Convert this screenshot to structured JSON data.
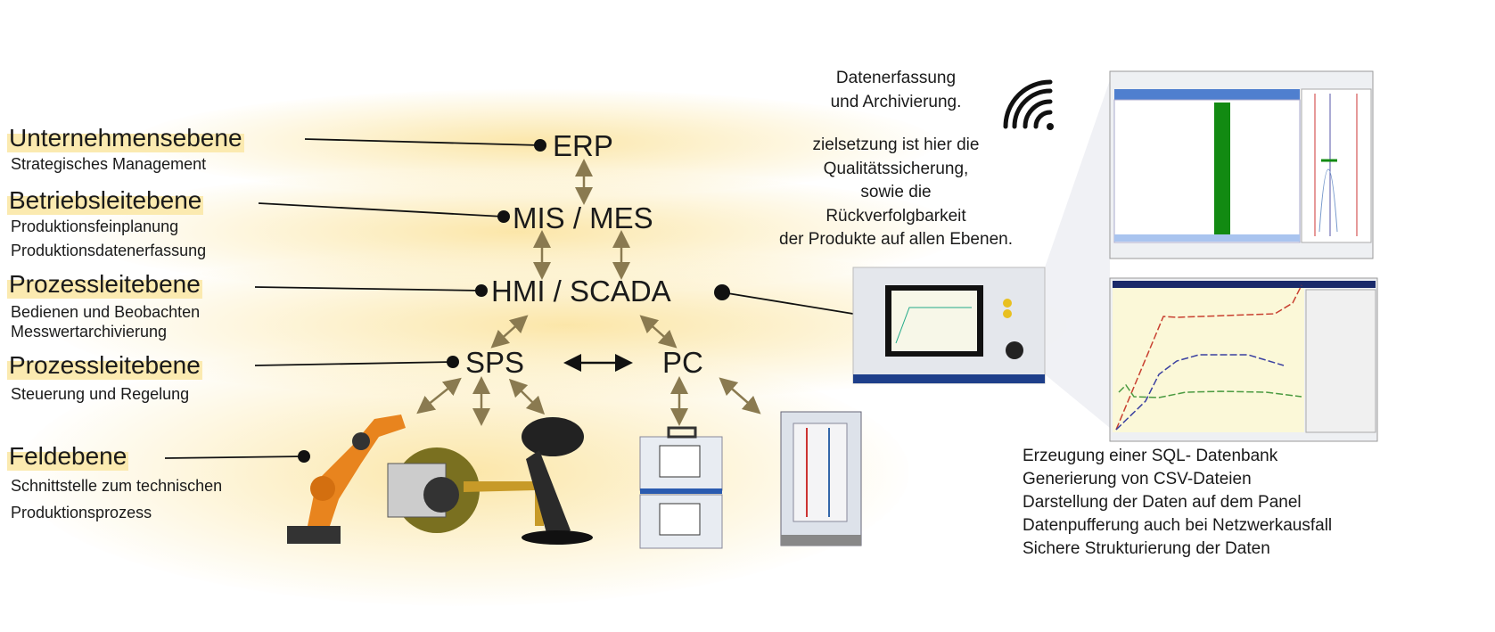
{
  "levels": [
    {
      "title": "Unternehmensebene",
      "lines": [
        "Strategisches Management"
      ],
      "node": "ERP"
    },
    {
      "title": "Betriebsleitebene",
      "lines": [
        "Produktionsfeinplanung",
        "Produktionsdatenerfassung"
      ],
      "node": "MIS / MES"
    },
    {
      "title": "Prozessleitebene",
      "lines": [
        "Bedienen und Beobachten",
        "Messwertarchivierung"
      ],
      "node": "HMI / SCADA"
    },
    {
      "title": "Prozessleitebene",
      "lines": [
        "Steuerung und Regelung"
      ],
      "node": "SPS"
    },
    {
      "title": "Feldebene",
      "lines": [
        "Schnittstelle zum technischen",
        "Produktionsprozess"
      ]
    }
  ],
  "pc_node": "PC",
  "right": {
    "heading": [
      "Datenerfassung",
      "und Archivierung."
    ],
    "goal": [
      "zielsetzung ist hier die",
      "Qualitätssicherung,",
      "sowie die",
      "Rückverfolgbarkeit",
      "der Produkte auf allen Ebenen."
    ],
    "bullets": [
      "Erzeugung einer SQL- Datenbank",
      "Generierung von CSV-Dateien",
      "Darstellung der Daten auf dem Panel",
      "Datenpufferung auch bei Netzwerkausfall",
      "Sichere Strukturierung der Daten"
    ]
  },
  "colors": {
    "glow": "#fadf8c",
    "highlight": "#fbeab0",
    "arrow": "#8a7a50",
    "table_green": "#128a12",
    "chart_bg": "#fbf8d8"
  }
}
